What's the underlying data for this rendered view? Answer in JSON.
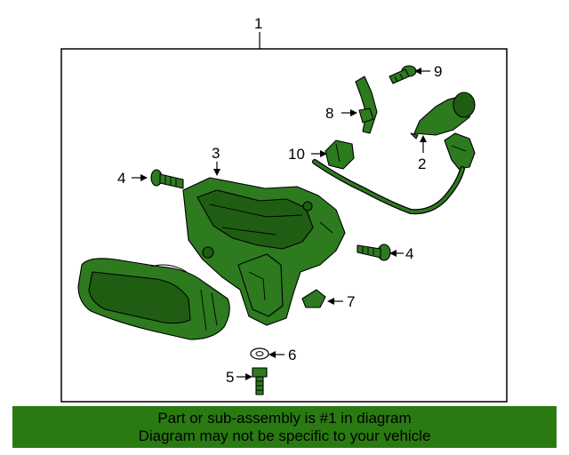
{
  "diagram": {
    "callouts": {
      "c1": "1",
      "c2": "2",
      "c3": "3",
      "c4a": "4",
      "c4b": "4",
      "c5": "5",
      "c6": "6",
      "c7": "7",
      "c8": "8",
      "c9": "9",
      "c10": "10"
    }
  },
  "footer": {
    "line1": "Part or sub-assembly is #1 in diagram",
    "line2": "Diagram may not be specific to your vehicle"
  },
  "colors": {
    "part_fill": "#2d7a1f",
    "banner": "#2a7a12"
  }
}
